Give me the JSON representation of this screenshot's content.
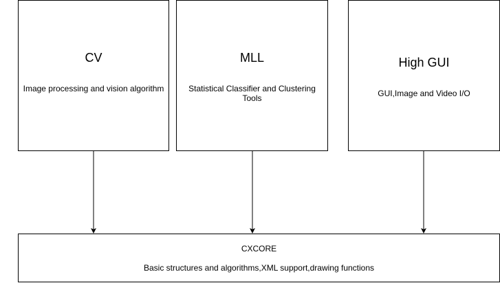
{
  "modules": [
    {
      "title": "CV",
      "description": "Image processing and vision algorithm"
    },
    {
      "title": "MLL",
      "description": "Statistical Classifier and Clustering Tools"
    },
    {
      "title": "High GUI",
      "description": "GUI,Image and Video I/O"
    }
  ],
  "core": {
    "title": "CXCORE",
    "description": "Basic structures and algorithms,XML support,drawing functions"
  },
  "colors": {
    "stroke": "#000000",
    "fill": "#ffffff"
  }
}
